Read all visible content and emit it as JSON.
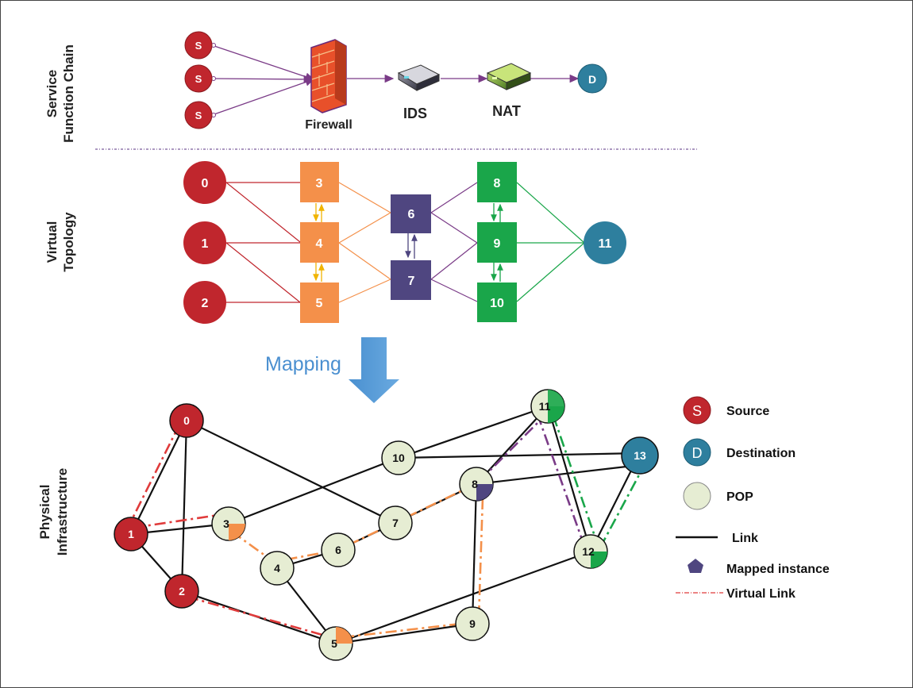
{
  "sections": {
    "sfc": [
      "Service",
      "Function Chain"
    ],
    "virtual": [
      "Virtual",
      "Topology"
    ],
    "physical": [
      "Physical",
      "Infrastructure"
    ]
  },
  "sfc": {
    "source_label": "S",
    "destination_label": "D",
    "firewall_label": "Firewall",
    "ids_label": "IDS",
    "nat_label": "NAT"
  },
  "virtual_topology": {
    "nodes": [
      "0",
      "1",
      "2",
      "3",
      "4",
      "5",
      "6",
      "7",
      "8",
      "9",
      "10",
      "11"
    ]
  },
  "mapping_label": "Mapping",
  "physical_nodes": [
    "0",
    "1",
    "2",
    "3",
    "4",
    "5",
    "6",
    "7",
    "8",
    "9",
    "10",
    "11",
    "12",
    "13"
  ],
  "legend": {
    "source_symbol": "S",
    "source": "Source",
    "destination_symbol": "D",
    "destination": "Destination",
    "pop": "POP",
    "link": "Link",
    "mapped": "Mapped instance",
    "virtual_link": "Virtual Link"
  },
  "colors": {
    "source": "#c0262d",
    "destination": "#2e7f9e",
    "pop": "#e6edd3",
    "firewall_vnf": "#f4904a",
    "ids_vnf": "#4f4680",
    "nat_vnf": "#1aa64a",
    "mapping_arrow": "#5b9bd5"
  }
}
